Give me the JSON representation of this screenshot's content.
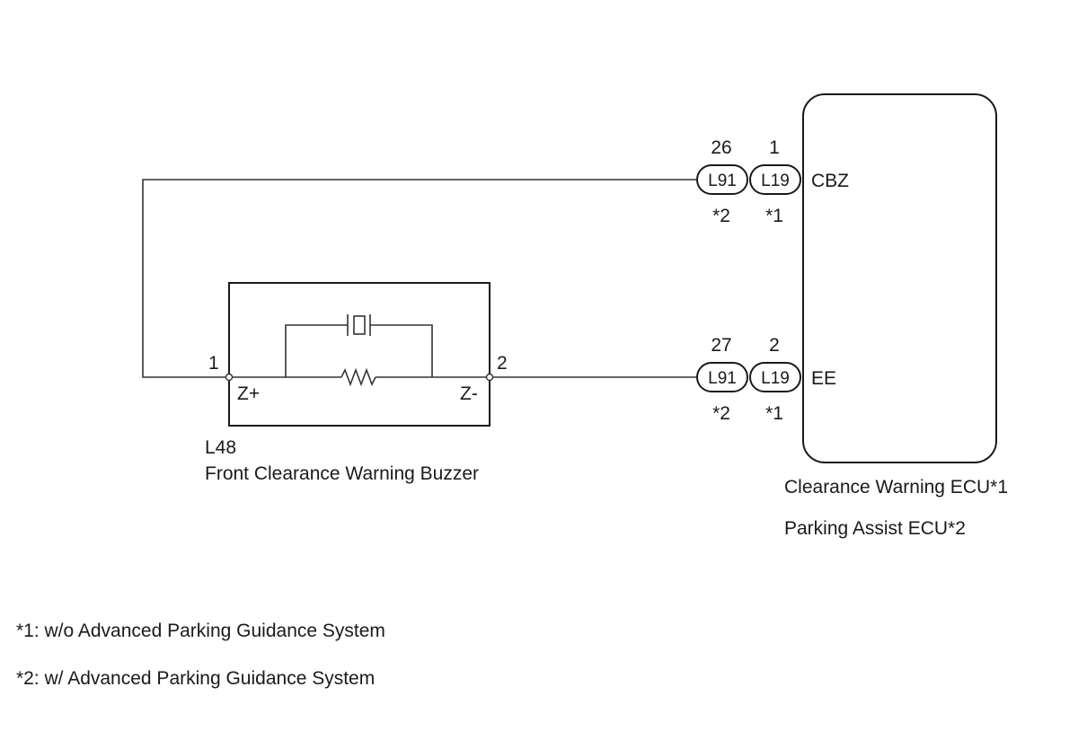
{
  "ecu": {
    "name_1": "Clearance Warning ECU*1",
    "name_2": "Parking Assist ECU*2",
    "terminal_top": "CBZ",
    "terminal_bottom": "EE"
  },
  "connectors": {
    "top": {
      "left": {
        "code": "L91",
        "pin": "26",
        "note": "*2"
      },
      "right": {
        "code": "L19",
        "pin": "1",
        "note": "*1"
      }
    },
    "bottom": {
      "left": {
        "code": "L91",
        "pin": "27",
        "note": "*2"
      },
      "right": {
        "code": "L19",
        "pin": "2",
        "note": "*1"
      }
    }
  },
  "buzzer": {
    "code": "L48",
    "name": "Front Clearance Warning Buzzer",
    "pin_left": "1",
    "pin_right": "2",
    "term_left": "Z+",
    "term_right": "Z-"
  },
  "notes": [
    "*1: w/o Advanced Parking Guidance System",
    "*2: w/ Advanced Parking Guidance System"
  ]
}
